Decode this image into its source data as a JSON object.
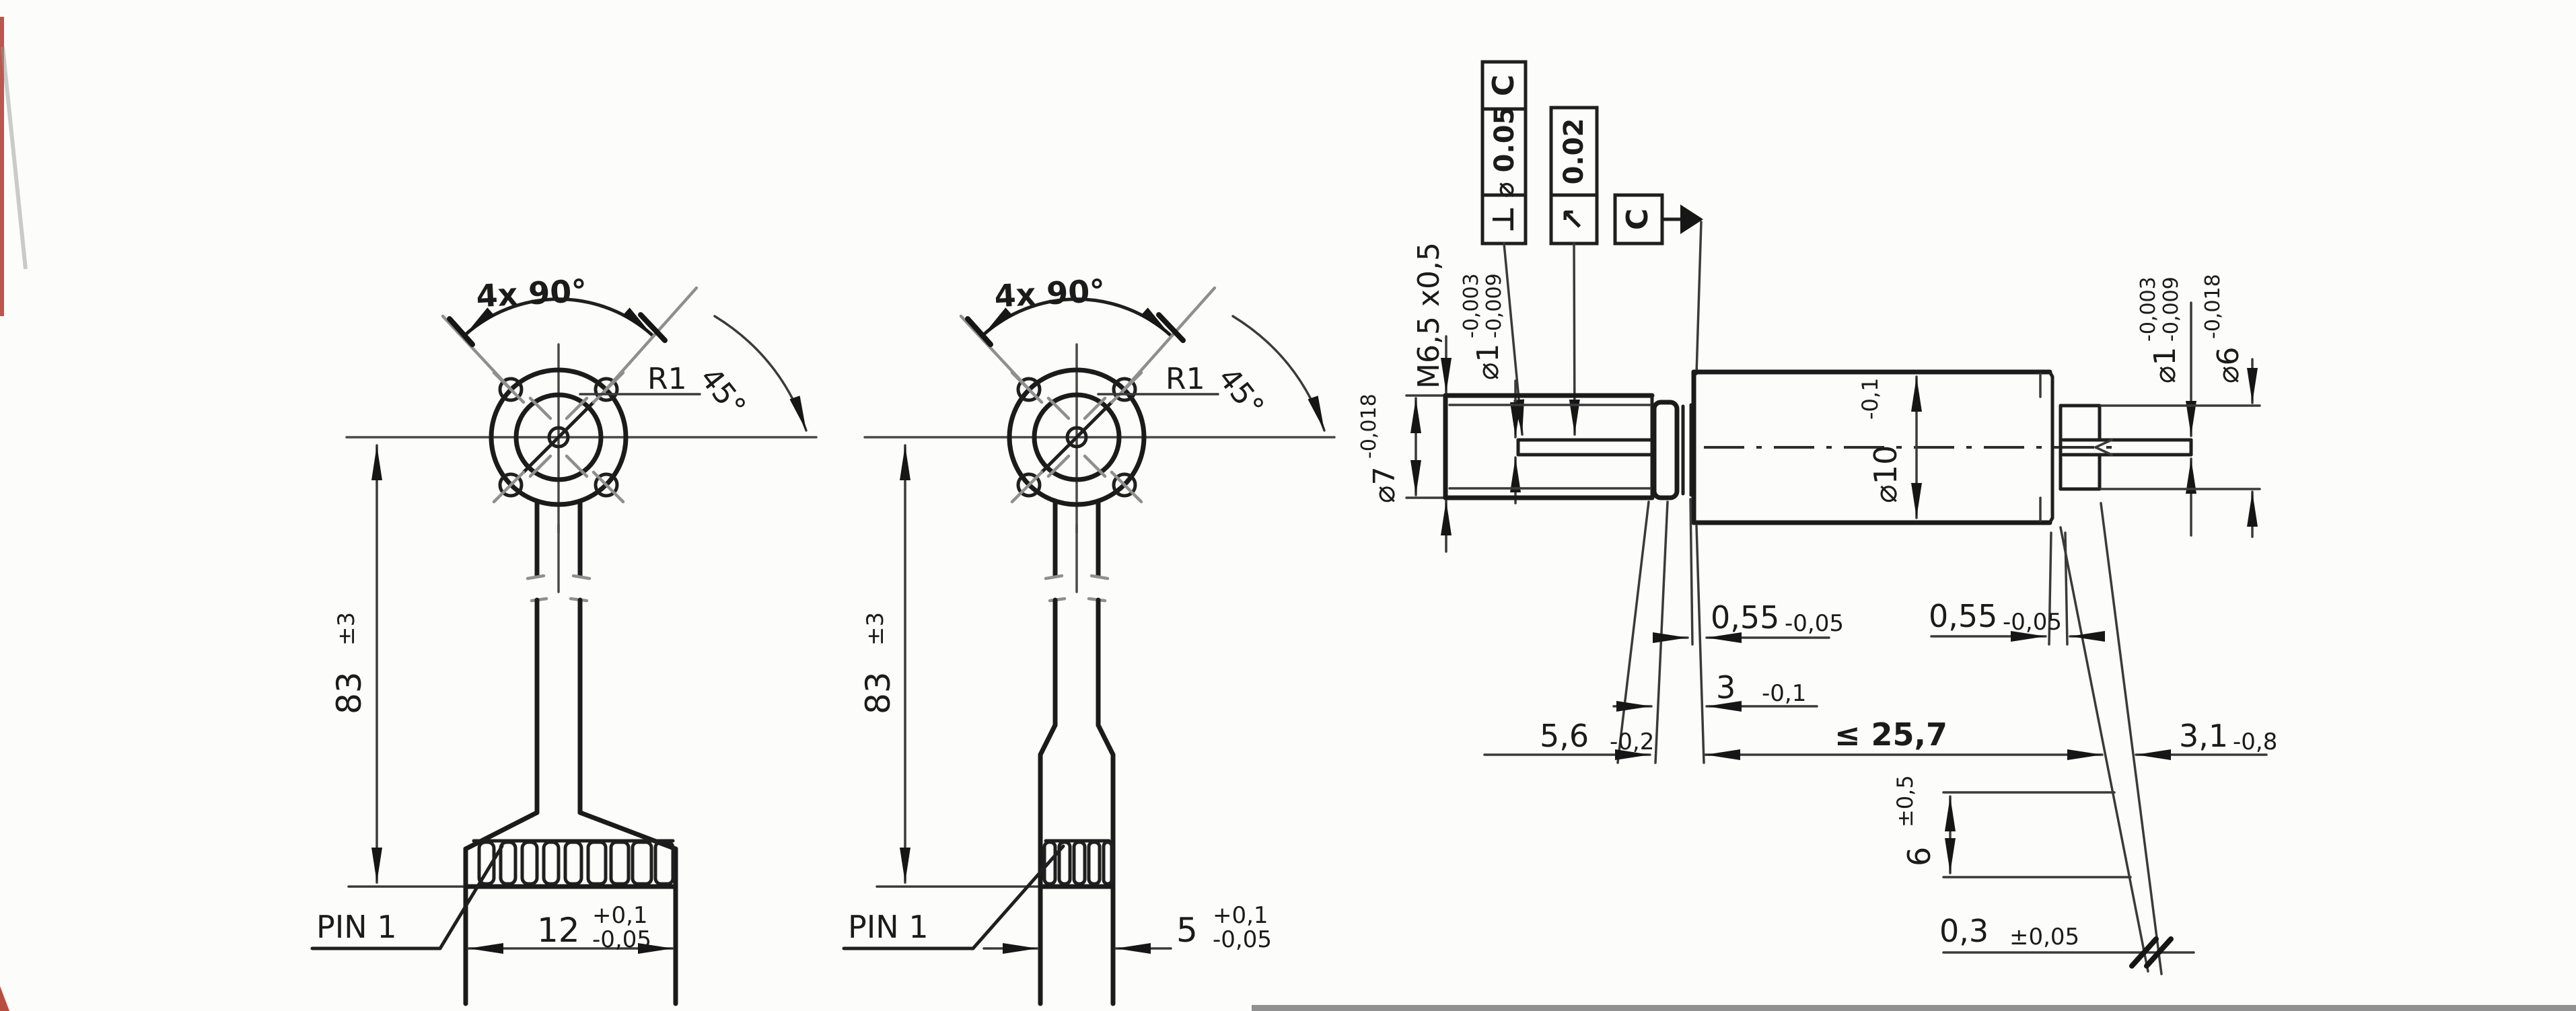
{
  "document": {
    "type": "scanned hand-drawn technical drawing",
    "ink_color": "#1b1b1b",
    "paper_color": "#fcfcfa",
    "scan_artifact_red": "#b03a2e"
  },
  "front_view_wide": {
    "pattern_angle": "4x 90°",
    "corner_radius": "R1",
    "notch_angle": "45°",
    "length": "83",
    "length_tol": "±3",
    "pin_callout": "PIN 1",
    "width": "12",
    "width_tol_plus": "+0,1",
    "width_tol_minus": "-0,05"
  },
  "front_view_narrow": {
    "pattern_angle": "4x 90°",
    "corner_radius": "R1",
    "notch_angle": "45°",
    "length": "83",
    "length_tol": "±3",
    "pin_callout": "PIN 1",
    "width": "5",
    "width_tol_plus": "+0,1",
    "width_tol_minus": "-0,05"
  },
  "side_view": {
    "fcf_perpendicularity": {
      "symbol": "⊥",
      "tolerance": "⌀ 0.05",
      "datum": "C"
    },
    "fcf_runout": {
      "symbol": "↗",
      "tolerance": "0.02"
    },
    "datum_flag": "C",
    "thread": "M6,5 x0,5",
    "shaft_front": {
      "dia": "⌀1",
      "tol_upper": "-0,003",
      "tol_lower": "-0,009"
    },
    "bushing": {
      "dia": "⌀7",
      "tol": "-0,018"
    },
    "body": {
      "dia": "⌀10",
      "tol": "-0,1"
    },
    "shaft_rear": {
      "dia": "⌀1",
      "tol_upper": "-0,003",
      "tol_lower": "-0,009"
    },
    "collar": {
      "dia": "⌀6",
      "tol": "-0,018"
    },
    "washer_front": {
      "value": "0,55",
      "tol": "-0,05"
    },
    "washer_stack": {
      "value": "3",
      "tol": "-0,1"
    },
    "boss_length": {
      "value": "5,6",
      "tol": "-0,2"
    },
    "body_length": "≤ 25,7",
    "washer_rear": {
      "value": "0,55",
      "tol": "-0,05"
    },
    "rear_length": {
      "value": "3,1",
      "tol": "-0,8"
    },
    "slot_depth": {
      "value": "6",
      "tol": "±0,5"
    },
    "end_gap": {
      "value": "0,3",
      "tol": "±0,05"
    }
  }
}
